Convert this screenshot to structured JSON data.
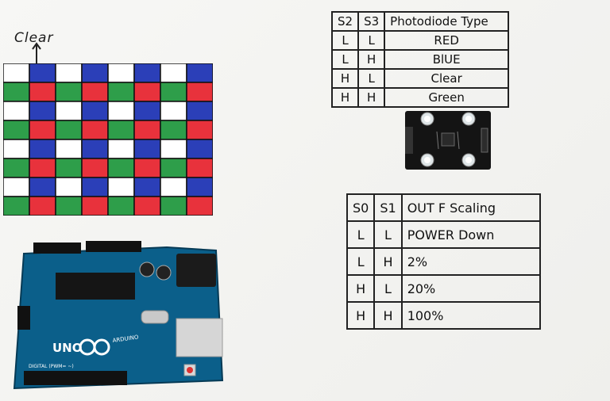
{
  "clear_label": "Clear",
  "filter_grid": {
    "rows": 8,
    "cols": 8,
    "colors": {
      "white": "#ffffff",
      "red": "#e8323c",
      "green": "#2e9e4a",
      "blue": "#2b3fb8"
    }
  },
  "table1": {
    "headers": [
      "S2",
      "S3",
      "Photodiode Type"
    ],
    "rows": [
      [
        "L",
        "L",
        "RED"
      ],
      [
        "L",
        "H",
        "BlUE"
      ],
      [
        "H",
        "L",
        "Clear"
      ],
      [
        "H",
        "H",
        "Green"
      ]
    ]
  },
  "table2": {
    "headers": [
      "S0",
      "S1",
      "OUT F Scaling"
    ],
    "rows": [
      [
        "L",
        "L",
        "POWER Down"
      ],
      [
        "L",
        "H",
        "2%"
      ],
      [
        "H",
        "L",
        "20%"
      ],
      [
        "H",
        "H",
        "100%"
      ]
    ]
  },
  "arduino": {
    "model": "UNO",
    "brand": "ARDUINO",
    "digital_label": "DIGITAL (PWM= ~)"
  }
}
